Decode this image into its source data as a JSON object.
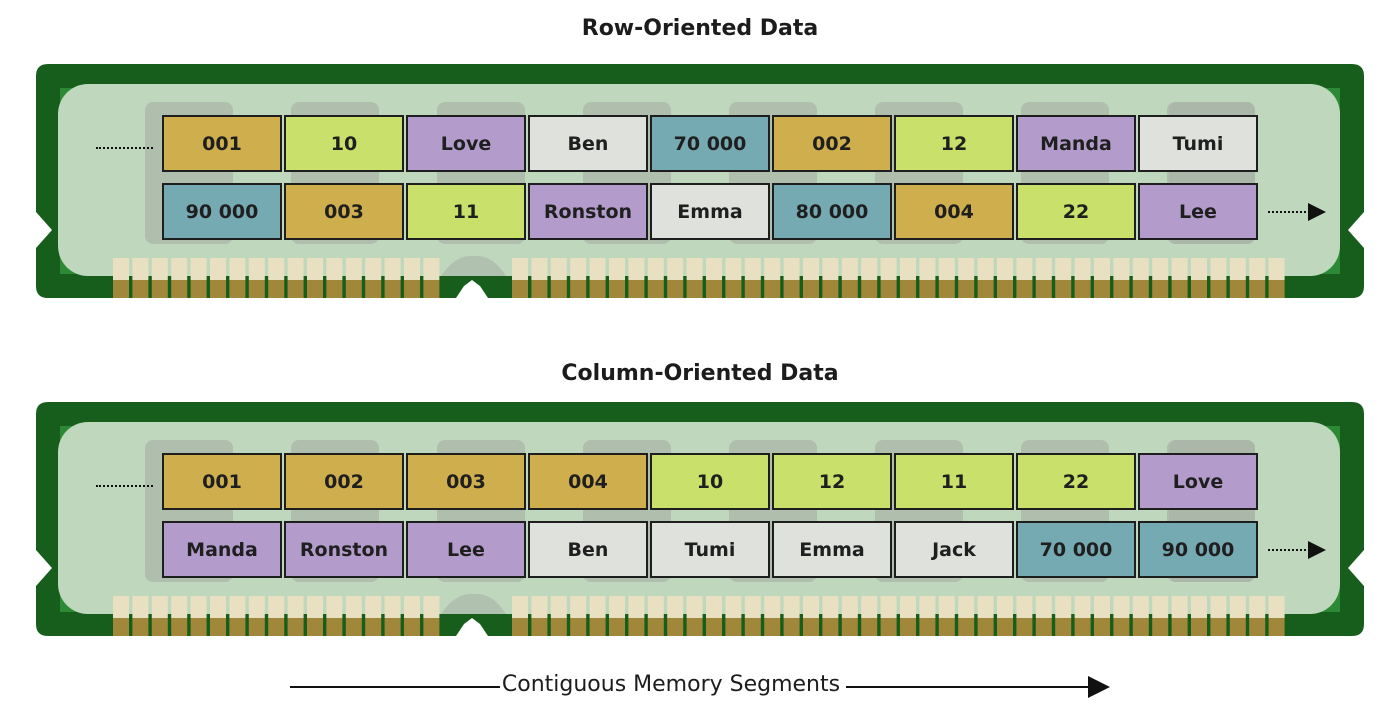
{
  "colors": {
    "board_outer": "#175e1c",
    "board_inner": "#2c8a36",
    "panel": "#bfd8bd",
    "chip": "#a9b3a6",
    "contact_light": "#e8e0c0",
    "contact_gold": "#a1873a",
    "id": "#cfae4e",
    "age": "#c9e06a",
    "name": "#b39ccc",
    "nickname": "#dee1dc",
    "salary": "#76aab2"
  },
  "row_oriented": {
    "title": "Row-Oriented Data",
    "row1": [
      {
        "text": "001",
        "kind": "id"
      },
      {
        "text": "10",
        "kind": "age"
      },
      {
        "text": "Love",
        "kind": "name"
      },
      {
        "text": "Ben",
        "kind": "nickname"
      },
      {
        "text": "70 000",
        "kind": "salary"
      },
      {
        "text": "002",
        "kind": "id"
      },
      {
        "text": "12",
        "kind": "age"
      },
      {
        "text": "Manda",
        "kind": "name"
      },
      {
        "text": "Tumi",
        "kind": "nickname"
      }
    ],
    "row2": [
      {
        "text": "90 000",
        "kind": "salary"
      },
      {
        "text": "003",
        "kind": "id"
      },
      {
        "text": "11",
        "kind": "age"
      },
      {
        "text": "Ronston",
        "kind": "name"
      },
      {
        "text": "Emma",
        "kind": "nickname"
      },
      {
        "text": "80 000",
        "kind": "salary"
      },
      {
        "text": "004",
        "kind": "id"
      },
      {
        "text": "22",
        "kind": "age"
      },
      {
        "text": "Lee",
        "kind": "name"
      }
    ]
  },
  "column_oriented": {
    "title": "Column-Oriented Data",
    "row1": [
      {
        "text": "001",
        "kind": "id"
      },
      {
        "text": "002",
        "kind": "id"
      },
      {
        "text": "003",
        "kind": "id"
      },
      {
        "text": "004",
        "kind": "id"
      },
      {
        "text": "10",
        "kind": "age"
      },
      {
        "text": "12",
        "kind": "age"
      },
      {
        "text": "11",
        "kind": "age"
      },
      {
        "text": "22",
        "kind": "age"
      },
      {
        "text": "Love",
        "kind": "name"
      }
    ],
    "row2": [
      {
        "text": "Manda",
        "kind": "name"
      },
      {
        "text": "Ronston",
        "kind": "name"
      },
      {
        "text": "Lee",
        "kind": "name"
      },
      {
        "text": "Ben",
        "kind": "nickname"
      },
      {
        "text": "Tumi",
        "kind": "nickname"
      },
      {
        "text": "Emma",
        "kind": "nickname"
      },
      {
        "text": "Jack",
        "kind": "nickname"
      },
      {
        "text": "70 000",
        "kind": "salary"
      },
      {
        "text": "90 000",
        "kind": "salary"
      }
    ]
  },
  "caption": "Contiguous Memory Segments"
}
